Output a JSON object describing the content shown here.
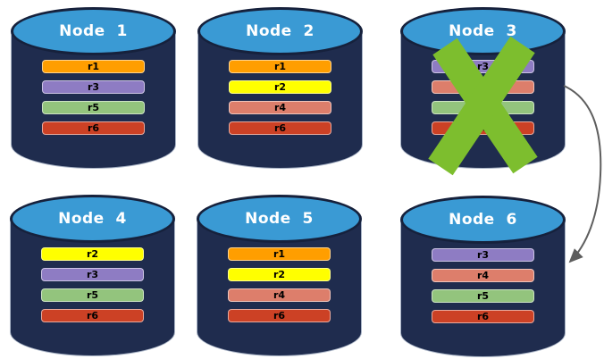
{
  "colors": {
    "background": "#FFFFFF",
    "cylinder_body": "#1F2C4E",
    "cylinder_body_outline": "#A9B4C6",
    "cylinder_top_fill": "#3A9AD4",
    "cylinder_top_border": "#16213C",
    "node_title_text": "#FFFFFF",
    "replica_label_text": "#000000",
    "failure_x": "#7DBE2E",
    "arrow": "#5E5E5E"
  },
  "nodes": [
    {
      "id": "node-1",
      "label": "Node  1",
      "failed": false,
      "replicas": [
        {
          "label": "r1",
          "color": "#FF9E00"
        },
        {
          "label": "r3",
          "color": "#8E7CC3"
        },
        {
          "label": "r5",
          "color": "#93C47D"
        },
        {
          "label": "r6",
          "color": "#CC4125"
        }
      ]
    },
    {
      "id": "node-2",
      "label": "Node  2",
      "failed": false,
      "replicas": [
        {
          "label": "r1",
          "color": "#FF9E00"
        },
        {
          "label": "r2",
          "color": "#FFFF00"
        },
        {
          "label": "r4",
          "color": "#DD7E6B"
        },
        {
          "label": "r6",
          "color": "#CC4125"
        }
      ]
    },
    {
      "id": "node-3",
      "label": "Node  3",
      "failed": true,
      "replicas": [
        {
          "label": "r3",
          "color": "#8E7CC3"
        },
        {
          "label": "r4",
          "color": "#DD7E6B"
        },
        {
          "label": "r5",
          "color": "#93C47D"
        },
        {
          "label": "r6",
          "color": "#CC4125"
        }
      ]
    },
    {
      "id": "node-4",
      "label": "Node  4",
      "failed": false,
      "replicas": [
        {
          "label": "r2",
          "color": "#FFFF00"
        },
        {
          "label": "r3",
          "color": "#8E7CC3"
        },
        {
          "label": "r5",
          "color": "#93C47D"
        },
        {
          "label": "r6",
          "color": "#CC4125"
        }
      ]
    },
    {
      "id": "node-5",
      "label": "Node  5",
      "failed": false,
      "replicas": [
        {
          "label": "r1",
          "color": "#FF9E00"
        },
        {
          "label": "r2",
          "color": "#FFFF00"
        },
        {
          "label": "r4",
          "color": "#DD7E6B"
        },
        {
          "label": "r6",
          "color": "#CC4125"
        }
      ]
    },
    {
      "id": "node-6",
      "label": "Node  6",
      "failed": false,
      "replicas": [
        {
          "label": "r3",
          "color": "#8E7CC3"
        },
        {
          "label": "r4",
          "color": "#DD7E6B"
        },
        {
          "label": "r5",
          "color": "#93C47D"
        },
        {
          "label": "r6",
          "color": "#CC4125"
        }
      ]
    }
  ],
  "failure_arrow": {
    "from": "Node  3",
    "to": "Node  6"
  }
}
